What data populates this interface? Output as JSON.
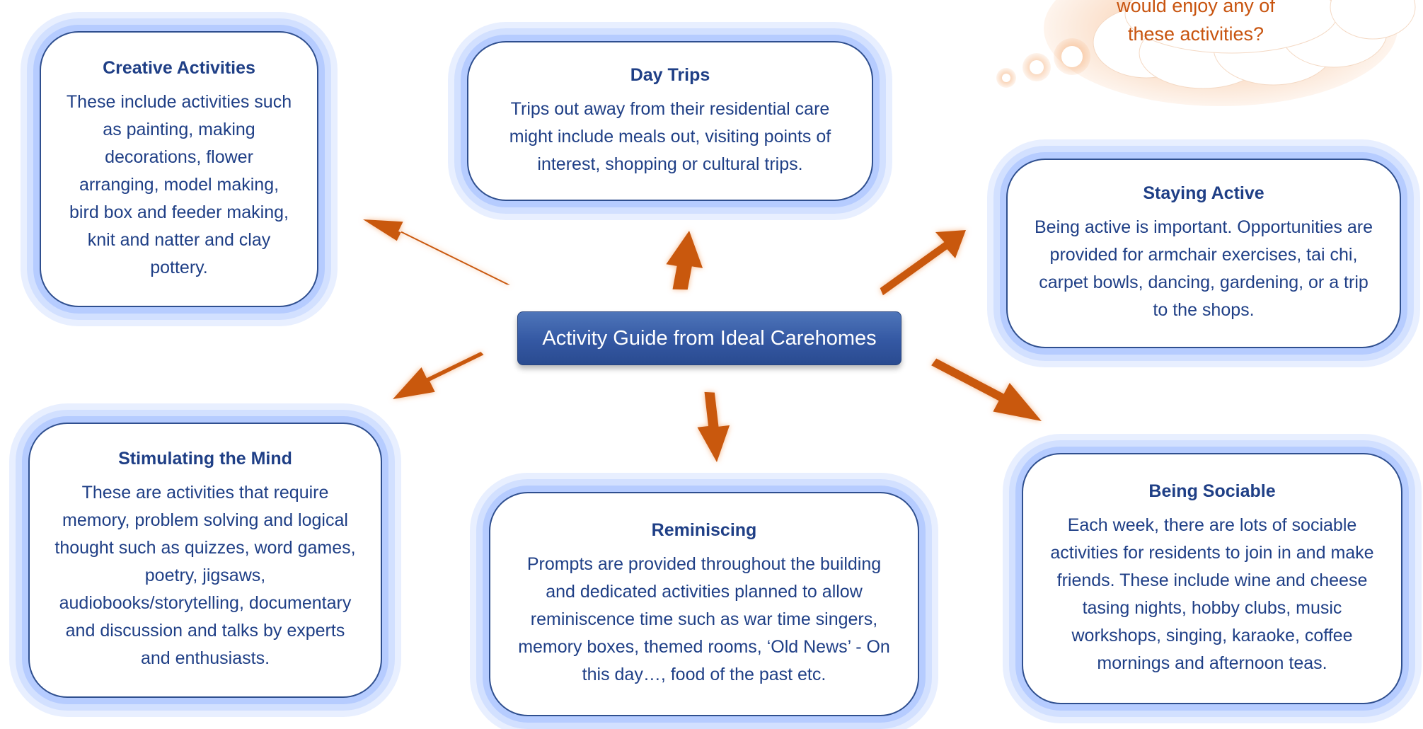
{
  "center_title": "Activity Guide from Ideal Carehomes",
  "thought": {
    "line1": "would enjoy any of",
    "line2": "these activities?"
  },
  "cards": {
    "creative": {
      "title": "Creative Activities",
      "body": "These include activities such as painting, making decorations, flower arranging, model making, bird box and feeder making, knit and natter and clay pottery."
    },
    "day_trips": {
      "title": "Day Trips",
      "body": "Trips out away from their residential care might include meals out, visiting points of interest, shopping or cultural trips."
    },
    "staying_active": {
      "title": "Staying Active",
      "body": "Being active is important. Opportunities are provided for armchair exercises, tai chi, carpet bowls, dancing, gardening, or a trip to the shops."
    },
    "stimulating": {
      "title": "Stimulating the Mind",
      "body": "These are activities that require memory, problem solving and logical thought such as quizzes, word games, poetry, jigsaws, audiobooks/storytelling, documentary and discussion and talks by experts and enthusiasts."
    },
    "reminiscing": {
      "title": "Reminiscing",
      "body": "Prompts are provided throughout the building and dedicated activities planned to allow reminiscence time such as war time singers, memory boxes, themed rooms, ‘Old News’ - On this day…, food of the past etc."
    },
    "sociable": {
      "title": "Being Sociable",
      "body": "Each week, there are lots of sociable activities for residents to join in and make friends. These include wine and cheese tasing nights, hobby clubs, music workshops, singing, karaoke, coffee mornings and afternoon teas."
    }
  },
  "colors": {
    "arrow": "#c9590f",
    "card_border": "#2f4f8f",
    "card_glow": "#b6ccff",
    "text": "#1f3f86",
    "center_box": "#3458a3",
    "thought_text": "#c8540f"
  }
}
